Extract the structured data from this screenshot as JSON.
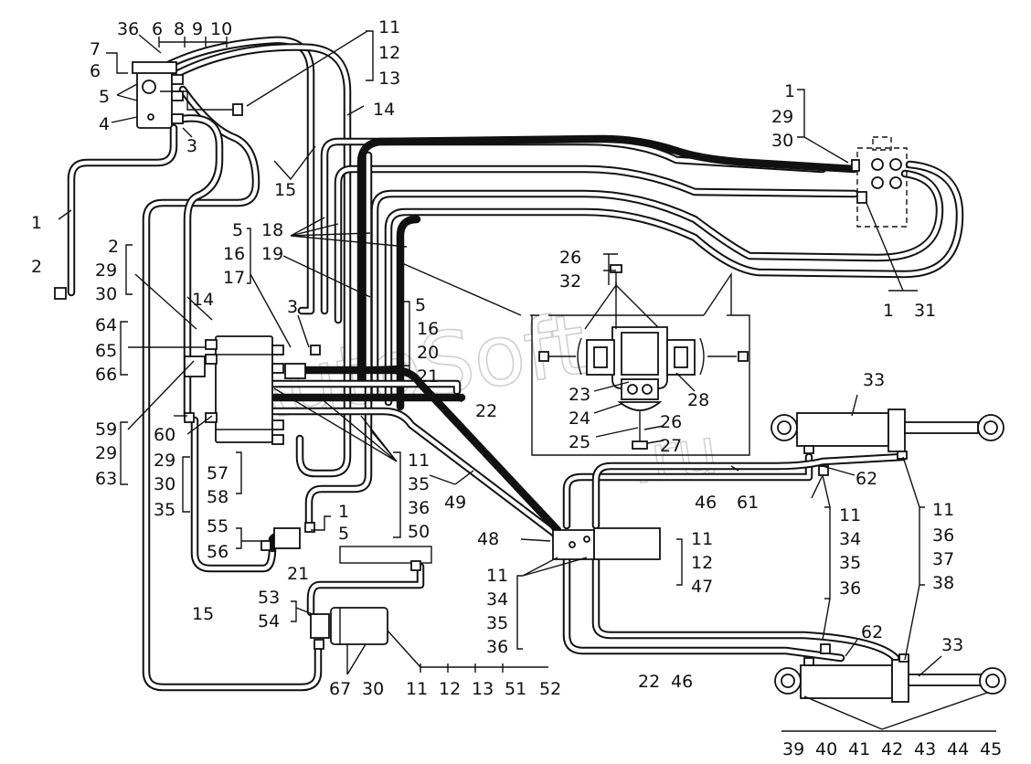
{
  "watermark": {
    "main": "AutoSoft",
    "domain": ".ru"
  },
  "labels": {
    "l36a": "36",
    "l6a": "6",
    "l8": "8",
    "l9": "9",
    "l10": "10",
    "l11a": "11",
    "l12a": "12",
    "l13a": "13",
    "l7": "7",
    "l6b": "6",
    "l5a": "5",
    "l4": "4",
    "l3a": "3",
    "l14a": "14",
    "l15a": "15",
    "l1a": "1",
    "l2a": "2",
    "l18": "18",
    "l5b": "5",
    "l16a": "16",
    "l19": "19",
    "l17": "17",
    "l3b": "3",
    "l2b": "2",
    "l29a": "29",
    "l30a": "30",
    "l14b": "14",
    "l64": "64",
    "l65": "65",
    "l66": "66",
    "l5c": "5",
    "l16b": "16",
    "l20": "20",
    "l21a": "21",
    "l22a": "22",
    "l59": "59",
    "l29b": "29",
    "l63": "63",
    "l60": "60",
    "l29c": "29",
    "l30b": "30",
    "l35a": "35",
    "l57": "57",
    "l58": "58",
    "l11b": "11",
    "l35b": "35",
    "l36b": "36",
    "l50": "50",
    "l49": "49",
    "l1b": "1",
    "l5d": "5",
    "l55": "55",
    "l56": "56",
    "l21b": "21",
    "l15b": "15",
    "l53": "53",
    "l54": "54",
    "l67": "67",
    "l30c": "30",
    "l11c": "11",
    "l12b": "12",
    "l13b": "13",
    "l51": "51",
    "l52": "52",
    "l1c": "1",
    "l29d": "29",
    "l30d": "30",
    "l1d": "1",
    "l31": "31",
    "l26a": "26",
    "l32": "32",
    "l23": "23",
    "l24": "24",
    "l25": "25",
    "l26b": "26",
    "l27": "27",
    "l28": "28",
    "l33a": "33",
    "l62a": "62",
    "l46a": "46",
    "l61": "61",
    "l11d": "11",
    "l34a": "34",
    "l35c": "35",
    "l36c": "36",
    "l11e": "11",
    "l36d": "36",
    "l37": "37",
    "l38": "38",
    "l48": "48",
    "l11f": "11",
    "l12c": "12",
    "l47": "47",
    "l11g": "11",
    "l34b": "34",
    "l35d": "35",
    "l36e": "36",
    "l22b": "22",
    "l46b": "46",
    "l62b": "62",
    "l33b": "33",
    "l39": "39",
    "l40": "40",
    "l41": "41",
    "l42": "42",
    "l43": "43",
    "l44": "44",
    "l45": "45"
  }
}
